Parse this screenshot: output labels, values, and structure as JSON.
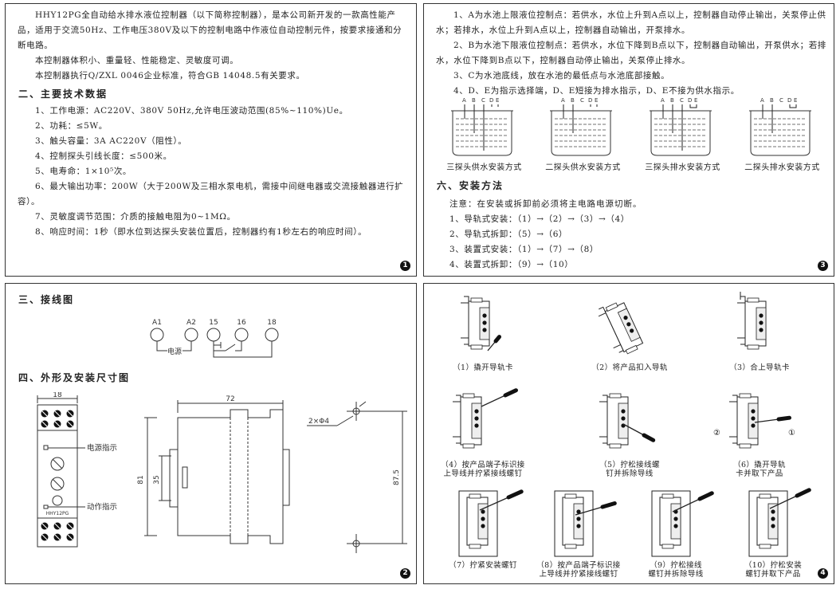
{
  "page1": {
    "intro": [
      "HHY12PG全自动给水排水液位控制器（以下简称控制器），是本公司新开发的一款高性能产品，适用于交流50Hz、工作电压380V及以下的控制电路中作液位自动控制元件，按要求接通和分断电路。",
      "本控制器体积小、重量轻、性能稳定、灵敏度可调。",
      "本控制器执行Q/ZXL 0046企业标准，符合GB 14048.5有关要求。"
    ],
    "section2_title": "二、主要技术数据",
    "specs": [
      "1、工作电源：AC220V、380V 50Hz,允许电压波动范围(85%~110%)Ue。",
      "2、功耗：≤5W。",
      "3、触头容量：3A AC220V（阻性）。",
      "4、控制探头引线长度：≤500米。",
      "5、电寿命：1×10⁵次。",
      "6、最大输出功率：200W（大于200W及三相水泵电机，需接中间继电器或交流接触器进行扩容）。",
      "7、灵敏度调节范围：介质的接触电阻为0~1MΩ。",
      "8、响应时间：1秒（即水位到达探头安装位置后，控制器约有1秒左右的响应时间）。"
    ],
    "page_num": "1"
  },
  "page3": {
    "notes": [
      "1、A为水池上限液位控制点：若供水，水位上升到A点以上，控制器自动停止输出，关泵停止供水；若排水，水位上升到A点以上，控制器自动输出，开泵排水。",
      "2、B为水池下限液位控制点：若供水，水位下降到B点以下，控制器自动输出，开泵供水；若排水，水位下降到B点以下，控制器自动停止输出，关泵停止排水。",
      "3、C为水池底线，放在水池的最低点与水池底部接触。",
      "4、D、E为指示选择端，D、E短接为排水指示，D、E不接为供水指示。"
    ],
    "probe_letters": [
      "A",
      "B",
      "C",
      "D",
      "E"
    ],
    "tanks": [
      {
        "caption": "三探头供水安装方式"
      },
      {
        "caption": "二探头供水安装方式"
      },
      {
        "caption": "三探头排水安装方式"
      },
      {
        "caption": "二探头排水安装方式"
      }
    ],
    "section6_title": "六、安装方法",
    "warning": "注意：在安装或拆卸前必须将主电路电源切断。",
    "install_steps": [
      "1、导轨式安装：（1）→（2）→（3）→（4）",
      "2、导轨式拆卸：（5）→（6）",
      "3、装置式安装：（1）→（7）→（8）",
      "4、装置式拆卸：（9）→（10）"
    ],
    "page_num": "3"
  },
  "page2": {
    "section3_title": "三、接线图",
    "terminals": [
      "A1",
      "A2",
      "15",
      "16",
      "18"
    ],
    "power_label": "电源",
    "section4_title": "四、外形及安装尺寸图",
    "front_width": "18",
    "device_model": "HHY12PG",
    "power_indicator": "电源指示",
    "action_indicator": "动作指示",
    "side_width": "72",
    "side_height": "81",
    "side_inner": "35",
    "hole_label": "2×Φ4",
    "mount_height": "87.5",
    "page_num": "2"
  },
  "page4": {
    "steps": [
      {
        "caption": [
          "（1）撬开导轨卡"
        ]
      },
      {
        "caption": [
          "（2）将产品扣入导轨"
        ]
      },
      {
        "caption": [
          "（3）合上导轨卡"
        ]
      },
      {
        "caption": [
          "（4）按产品端子标识接",
          "上导线并拧紧接线螺钉"
        ]
      },
      {
        "caption": [
          "（5）拧松接线螺",
          "钉并拆除导线"
        ]
      },
      {
        "caption": [
          "（6）撬开导轨",
          "卡并取下产品"
        ]
      },
      {
        "caption": [
          "（7）拧紧安装螺钉"
        ]
      },
      {
        "caption": [
          "（8）按产品端子标识接",
          "上导线并拧紧接线螺钉"
        ]
      },
      {
        "caption": [
          "（9）拧松接线",
          "螺钉并拆除导线"
        ]
      },
      {
        "caption": [
          "（10）拧松安装",
          "螺钉并取下产品"
        ]
      }
    ],
    "marker_1": "①",
    "marker_2": "②",
    "page_num": "4"
  }
}
